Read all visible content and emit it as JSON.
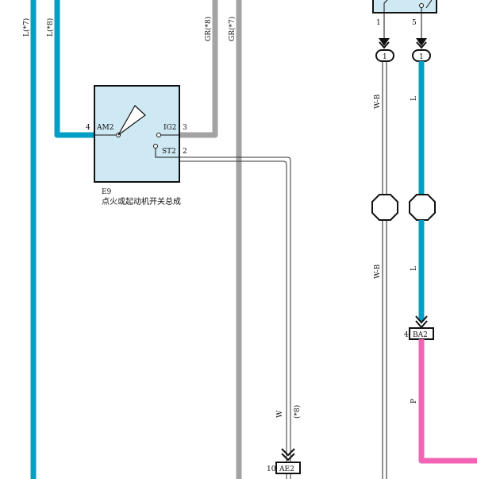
{
  "wires": {
    "left_outer": "L(*7)",
    "left_inner": "L(*8)",
    "gray_inner": "GR(*8)",
    "gray_outer": "GR(*7)",
    "wb_upper": "W-B",
    "wb_lower": "W-B",
    "l_upper": "L",
    "l_lower": "L",
    "w": "W",
    "w_note": "(*8)",
    "p": "P"
  },
  "switch": {
    "code": "E9",
    "name": "点火或起动机开关总成",
    "am2_pin": "4",
    "am2_label": "AM2",
    "ig2_label": "IG2",
    "ig2_pin": "3",
    "st2_label": "ST2",
    "st2_pin": "2"
  },
  "top_right": {
    "pin1": "1",
    "pin5": "5",
    "conn1": "1",
    "conn2": "1"
  },
  "connectors": {
    "ae2_pin": "10",
    "ae2_label": "AE2",
    "ba2_pin": "4",
    "ba2_label": "BA2"
  },
  "colors": {
    "blue": "#00a0c6",
    "gray": "#a3a3a3",
    "pink": "#f364b6",
    "box_fill": "#cfe9f4"
  }
}
